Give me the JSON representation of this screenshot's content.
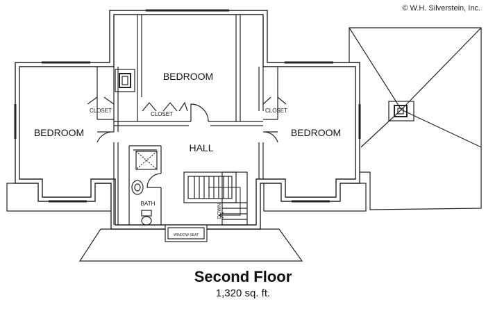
{
  "copyright": "© W.H. Silverstein, Inc.",
  "caption": {
    "title": "Second Floor",
    "area": "1,320 sq. ft."
  },
  "rooms": {
    "bedroom_top": "BEDROOM",
    "bedroom_left": "BEDROOM",
    "bedroom_right": "BEDROOM",
    "hall": "HALL",
    "closet_left": "CLOSET",
    "closet_center": "CLOSET",
    "closet_right": "CLOSET",
    "bath": "BATH",
    "window_seat": "WINDOW SEAT",
    "stair_down": "DOWN"
  },
  "colors": {
    "line": "#222222",
    "wall_fill": "#ffffff",
    "background": "#ffffff"
  }
}
